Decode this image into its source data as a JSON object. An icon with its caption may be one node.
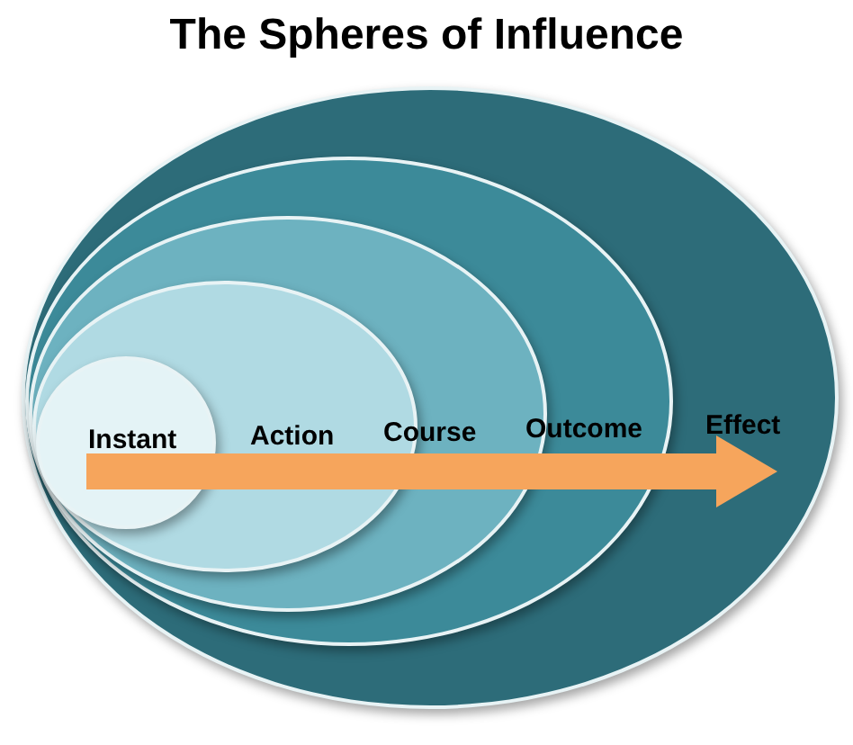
{
  "diagram": {
    "title": "The Spheres of Influence",
    "nodes": [
      {
        "text": [
          "Effect"
        ]
      },
      {
        "text": [
          "Outcome"
        ],
        "in": 0
      },
      {
        "text": [
          "Course"
        ],
        "in": 1
      },
      {
        "text": [
          "Action"
        ],
        "in": 2
      },
      {
        "text": [
          "Instant"
        ],
        "in": 3
      }
    ],
    "edges": [
      {
        "from": 4,
        "to": 0,
        "arrow": "to"
      }
    ]
  }
}
